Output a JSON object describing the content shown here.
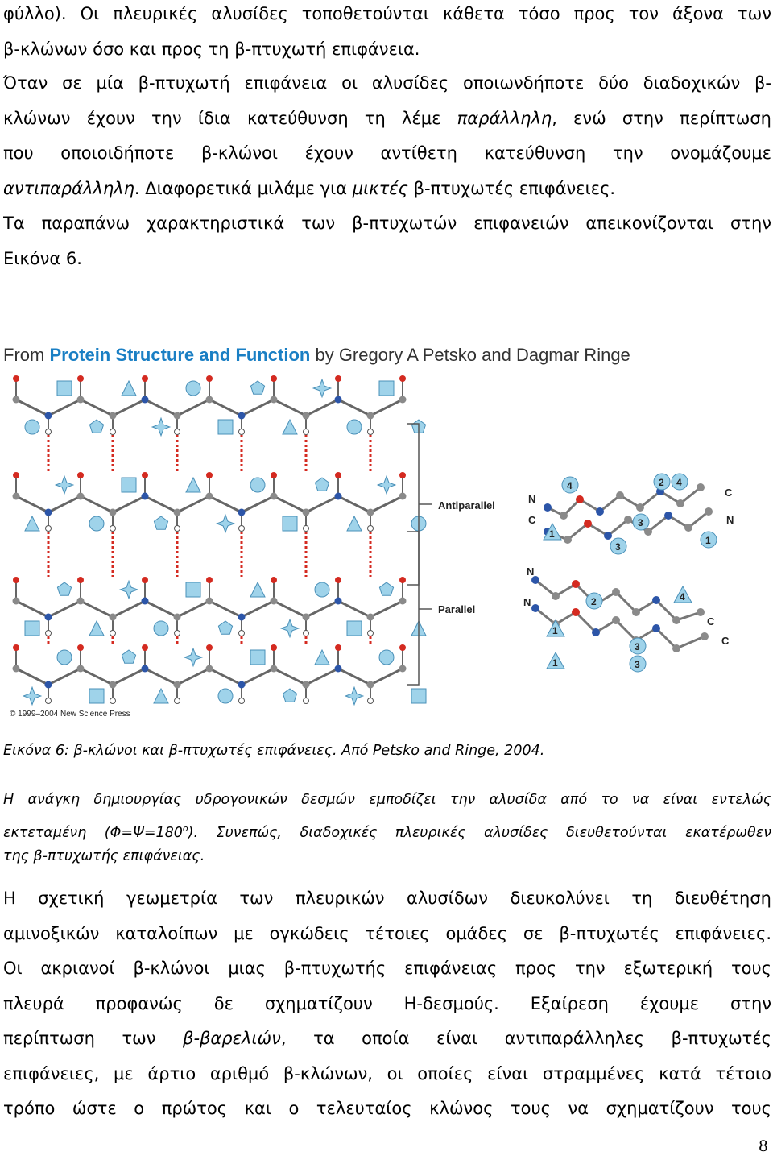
{
  "top_paragraph": [
    "φύλλο). Οι πλευρικές αλυσίδες τοποθετούνται κάθετα τόσο προς τον άξονα των",
    "β-κλώνων όσο και προς τη β-πτυχωτή επιφάνεια."
  ],
  "para2": {
    "l1": "Όταν σε μία β-πτυχωτή επιφάνεια οι αλυσίδες οποιωνδήποτε δύο διαδοχικών β-",
    "l2a": "κλώνων έχουν την ίδια κατεύθυνση τη λέμε ",
    "l2i": "παράλληλη",
    "l2b": ", ενώ στην περίπτωση",
    "l3": "που οποιοιδήποτε β-κλώνοι έχουν αντίθετη κατεύθυνση την ονομάζουμε",
    "l4i1": "αντιπαράλληλη",
    "l4a": ". Διαφορετικά μιλάμε για ",
    "l4i2": "μικτές",
    "l4b": " β-πτυχωτές επιφάνειες.",
    "l5": "Τα παραπάνω χαρακτηριστικά των β-πτυχωτών επιφανειών απεικονίζονται στην",
    "l6": "Εικόνα 6."
  },
  "figure": {
    "title_prefix": "From ",
    "title_book": "Protein Structure and Function",
    "title_suffix": " by Gregory A Petsko and Dagmar Ringe",
    "label_antiparallel": "Antiparallel",
    "label_parallel": "Parallel",
    "copyright": "© 1999–2004 New Science Press",
    "markers": {
      "n": "N",
      "c": "C",
      "one": "1",
      "two": "2",
      "three": "3",
      "four": "4"
    },
    "colors": {
      "carbon": "#8a8a8a",
      "oxygen": "#d42a20",
      "nitrogen": "#2c55a8",
      "sidechain": "#9fd3ea",
      "hbond": "#d42a20"
    }
  },
  "caption": "Εικόνα 6: β-κλώνοι και β-πτυχωτές επιφάνειες. Από Petsko and Ringe, 2004.",
  "note": {
    "l1": "Η ανάγκη δημιουργίας υδρογονικών δεσμών εμποδίζει την αλυσίδα από το να είναι εντελώς",
    "l2a": "εκτεταμένη (Φ=Ψ=180",
    "l2sup": "o",
    "l2b": "). Συνεπώς, διαδοχικές πλευρικές αλυσίδες διευθετούνται εκατέρωθεν",
    "l3": "της β-πτυχωτής επιφάνειας."
  },
  "para3": {
    "l1": "Η σχετική γεωμετρία των πλευρικών αλυσίδων διευκολύνει τη διευθέτηση",
    "l2": "αμινοξικών καταλοίπων με ογκώδεις τέτοιες ομάδες σε β-πτυχωτές επιφάνειες.",
    "l3": "Οι ακριανοί β-κλώνοι μιας β-πτυχωτής επιφάνειας προς την εξωτερική τους",
    "l4": "πλευρά προφανώς δε σχηματίζουν Η-δεσμούς. Εξαίρεση έχουμε στην",
    "l5a": "περίπτωση των ",
    "l5i": "β-βαρελιών",
    "l5b": ", τα οποία είναι αντιπαράλληλες β-πτυχωτές",
    "l6": "επιφάνειες, με άρτιο αριθμό β-κλώνων, οι οποίες είναι στραμμένες κατά τέτοιο",
    "l7": "τρόπο ώστε ο πρώτος και ο τελευταίος κλώνος τους να σχηματίζουν τους"
  },
  "page_number": "8"
}
